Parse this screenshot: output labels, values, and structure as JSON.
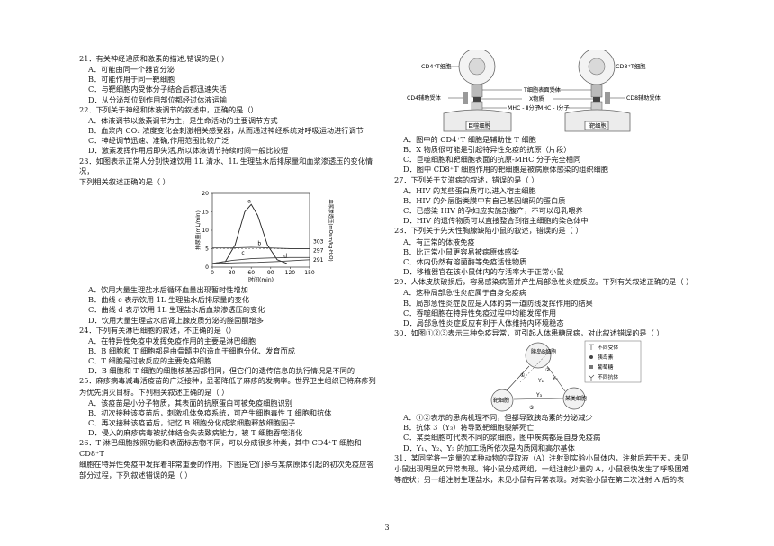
{
  "page_number": "3",
  "q21": {
    "stem": "21．有关神经递质和激素的描述,错误的是(     )",
    "options": [
      "A．可能由同一个器官分泌",
      "B．可能作用于同一靶细胞",
      "C．与靶细胞内受体分子结合后都迅速失活",
      "D．从分泌部位到作用部位都经过体液运输"
    ]
  },
  "q22": {
    "stem": "22．下列关于神经和体液调节的叙述中，正确的是（）",
    "options": [
      "A．体液调节以激素调节为主，是生命活动的主要调节方式",
      "B．血浆内 CO₂ 浓度变化会刺激相关感受器，从而通过神经系统对呼吸运动进行调节",
      "C．神经调节迅速、准确,作用范围比较广泛",
      "D．激素发挥作用后即失活,所以体液调节持续时间一般比较短"
    ]
  },
  "q23": {
    "stem1": "23．如图表示正常人分别快速饮用 1L 清水、1L 生理盐水后排尿量和血浆渗透压的变化情况，",
    "stem2": "下列相关叙述正确的是（      ）",
    "options": [
      "A．饮用大量生理盐水后循环血量出现暂时性增加",
      "B．曲线 c 表示饮用 1L 生理盐水后排尿量的变化",
      "C．曲线 d 表示饮用 1L 生理盐水后血浆渗透压的变化",
      "D．饮用大量生理盐水后肾上腺皮质分泌的醛固酮增多"
    ]
  },
  "chart_data": {
    "type": "line",
    "xlabel": "时间(min)",
    "ylabel": "排尿量(mL/min)",
    "ylabel_right": "血浆渗透压(mOsm/kg·H₂O)",
    "x_ticks": [
      "0",
      "30",
      "60",
      "90",
      "120",
      "150"
    ],
    "y_ticks": [
      "0",
      "5",
      "10",
      "15",
      "20"
    ],
    "y_right_ticks": [
      "303",
      "297",
      "291"
    ],
    "xlim": [
      0,
      150
    ],
    "ylim": [
      0,
      20
    ],
    "series": [
      {
        "name": "a",
        "x": [
          0,
          20,
          35,
          50,
          60,
          70,
          85,
          100,
          115
        ],
        "y": [
          1,
          1.5,
          6,
          15,
          17,
          14,
          6,
          2,
          1
        ]
      },
      {
        "name": "b",
        "x": [
          0,
          30,
          60,
          90,
          120,
          150
        ],
        "y": [
          5.2,
          5.2,
          5.4,
          5.2,
          5,
          5
        ]
      },
      {
        "name": "c",
        "x": [
          0,
          30,
          60,
          90,
          120,
          150
        ],
        "y": [
          1,
          1.8,
          2.3,
          2.5,
          2.6,
          2.6
        ]
      },
      {
        "name": "d",
        "x": [
          0,
          40,
          70,
          100,
          130,
          150
        ],
        "y": [
          1,
          1.2,
          1.3,
          1.5,
          1.8,
          2
        ]
      }
    ],
    "dashed_level_y": 5
  },
  "q24": {
    "stem": "24．下列有关淋巴细胞的叙述，不正确的是（）",
    "options": [
      "A．在特异性免疫中发挥免疫作用的主要是淋巴细胞",
      "B．B 细胞和 T 细胞都是由骨髓中的造血干细胞分化、发育而成",
      "C．T 细胞是过敏反应的主要免疫细胞",
      "D．B 细胞和 T 细胞的细胞核基因都相同，但它们的遗传信息的执行情况是不同的"
    ]
  },
  "q25": {
    "stem1": "25．麻疹病毒减毒活疫苗的广泛接种，显著降低了麻疹的发病率。世界卫生组织已将麻疹列",
    "stem2": "为优先消灭目标。下列相关叙述正确的是（     ）",
    "options": [
      "A．该疫苗是小分子物质，其表面的抗原蛋白可被免疫细胞识别",
      "B．初次接种该疫苗后，刺激机体免疫系统，可产生细胞毒性 T 细胞和抗体",
      "C．再次接种该疫苗后，记忆 B 细胞分化成浆细胞释放细胞因子",
      "D．侵入的麻疹病毒被抗体结合失去致病能力，被 T 细胞吞噬消化"
    ]
  },
  "q26": {
    "lines": [
      "26．T 淋巴细胞按照功能和表面标志物不同，可以分成很多种类，其中 CD4⁺T 细胞和 CD8⁺T",
      "细胞在特异性免疫中发挥着非常重要的作用。下图是它们参与某病原体引起的初次免疫应答",
      "部分过程，下列叙述错误的是（     ）"
    ],
    "options": [
      "A．图中的 CD4⁺T 细胞是辅助性 T 细胞",
      "B．X 物质很可能是引起特异性免疫的抗原（片段）",
      "C．巨噬细胞和靶细胞表面的抗原-MHC 分子完全相同",
      "D．图中 CD8⁺T 细胞作用的靶细胞是被病原体感染的组织细胞"
    ]
  },
  "fig26": {
    "cd4_cell": "CD4⁺T细胞",
    "cd8_cell": "CD8⁺T细胞",
    "tcr": "T细胞表面受体",
    "x_substance": "X物质",
    "cd4_receptor": "CD4辅助受体",
    "cd8_receptor": "CD8辅助受体",
    "mhc2": "MHC - Ⅱ分子",
    "mhc1": "MHC - Ⅰ分子",
    "macrophage": "巨噬细胞",
    "target_cell": "靶细胞"
  },
  "q27": {
    "stem": "27．下列关于艾滋病的叙述，错误的是（     ）",
    "options": [
      "A．HIV 的某些蛋白质可以进入宿主细胞",
      "B．HIV 的外层脂类膜中有自己基因编码的蛋白质",
      "C．已感染 HIV 的孕妇应实施剖腹产，不可以母乳喂养",
      "D．HIV 的遗传物质可以直接整合到宿主细胞的染色体中"
    ]
  },
  "q28": {
    "stem": "28．下列关于先天性胸腺缺陷小鼠的叙述，错误的是（    ）",
    "options": [
      "A．有正常的体液免疫",
      "B．比正常小鼠更容易被病原体感染",
      "C．体内仍然有溶菌酶等免疫活性物质",
      "D．移植器官在该小鼠体内的存活率大于正常小鼠"
    ]
  },
  "q29": {
    "stem": "29．人体皮肤破损后，容易感染病菌并产生局部急性炎症反应。下列有关叙述正确的是（    ）",
    "options": [
      "A．这种局部急性炎症属于自身免疫病",
      "B．局部急性炎症反应是人体的第一道防线发挥作用的结果",
      "C．吞噬细胞在特异性免疫过程中均能发挥作用",
      "D．局部急性炎症反应有利于人体维持内环境稳态"
    ]
  },
  "q30": {
    "stem": "30．如图①②③表示三种免疫异常，可引起人体患糖尿病，对此叙述错误的是（    ）",
    "options": [
      "A．①②表示的患病机理不同，但都导致胰岛素的分泌减少",
      "B．抗体 3（Y₃）将导致靶细胞裂解死亡",
      "C．某类细胞可代表不同的浆细胞，图中疾病都是自身免疫病",
      "D．Y₁、Y₂、Y₃ 的加工场所依次是内质网和高尔基体"
    ]
  },
  "fig30": {
    "islet": "胰岛B细胞",
    "target": "靶细胞",
    "plasma": "某类细胞",
    "y1": "Y₁",
    "y2": "Y₂",
    "y3": "Y₃",
    "c1": "①",
    "c2": "②",
    "c3": "③",
    "legend": [
      "不同受体",
      "胰岛素",
      "葡萄糖",
      "不同抗体"
    ]
  },
  "q31": {
    "lines": [
      "31．某同学将一定量的某种动物的提取液（A）注射到实验小鼠体内，注射后若干天，未见",
      "小鼠出现明显的异常表现。将小鼠分成两组，一组注射少量的 A，小鼠很快发生了呼吸困难",
      "等症状；另一组注射生理盐水，未见小鼠有异常表现。对实验小鼠在第二次注射 A 后的表"
    ]
  }
}
